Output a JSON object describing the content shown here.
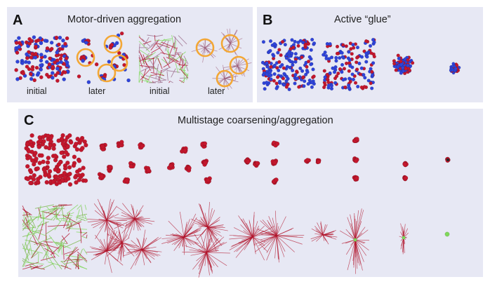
{
  "figure": {
    "panels": [
      {
        "letter": "A",
        "title": "Motor-driven aggregation",
        "captions": [
          "initial",
          "later",
          "initial",
          "later"
        ]
      },
      {
        "letter": "B",
        "title": "Active “glue”"
      },
      {
        "letter": "C",
        "title": "Multistage coarsening/aggregation"
      }
    ],
    "colors": {
      "panel_bg": "#e7e8f4",
      "particle_red": "#c4172d",
      "particle_blue": "#2f44d9",
      "motor_green": "#7fd85a",
      "filament_red": "#b0122a",
      "highlight_orange": "#f3a735"
    }
  }
}
